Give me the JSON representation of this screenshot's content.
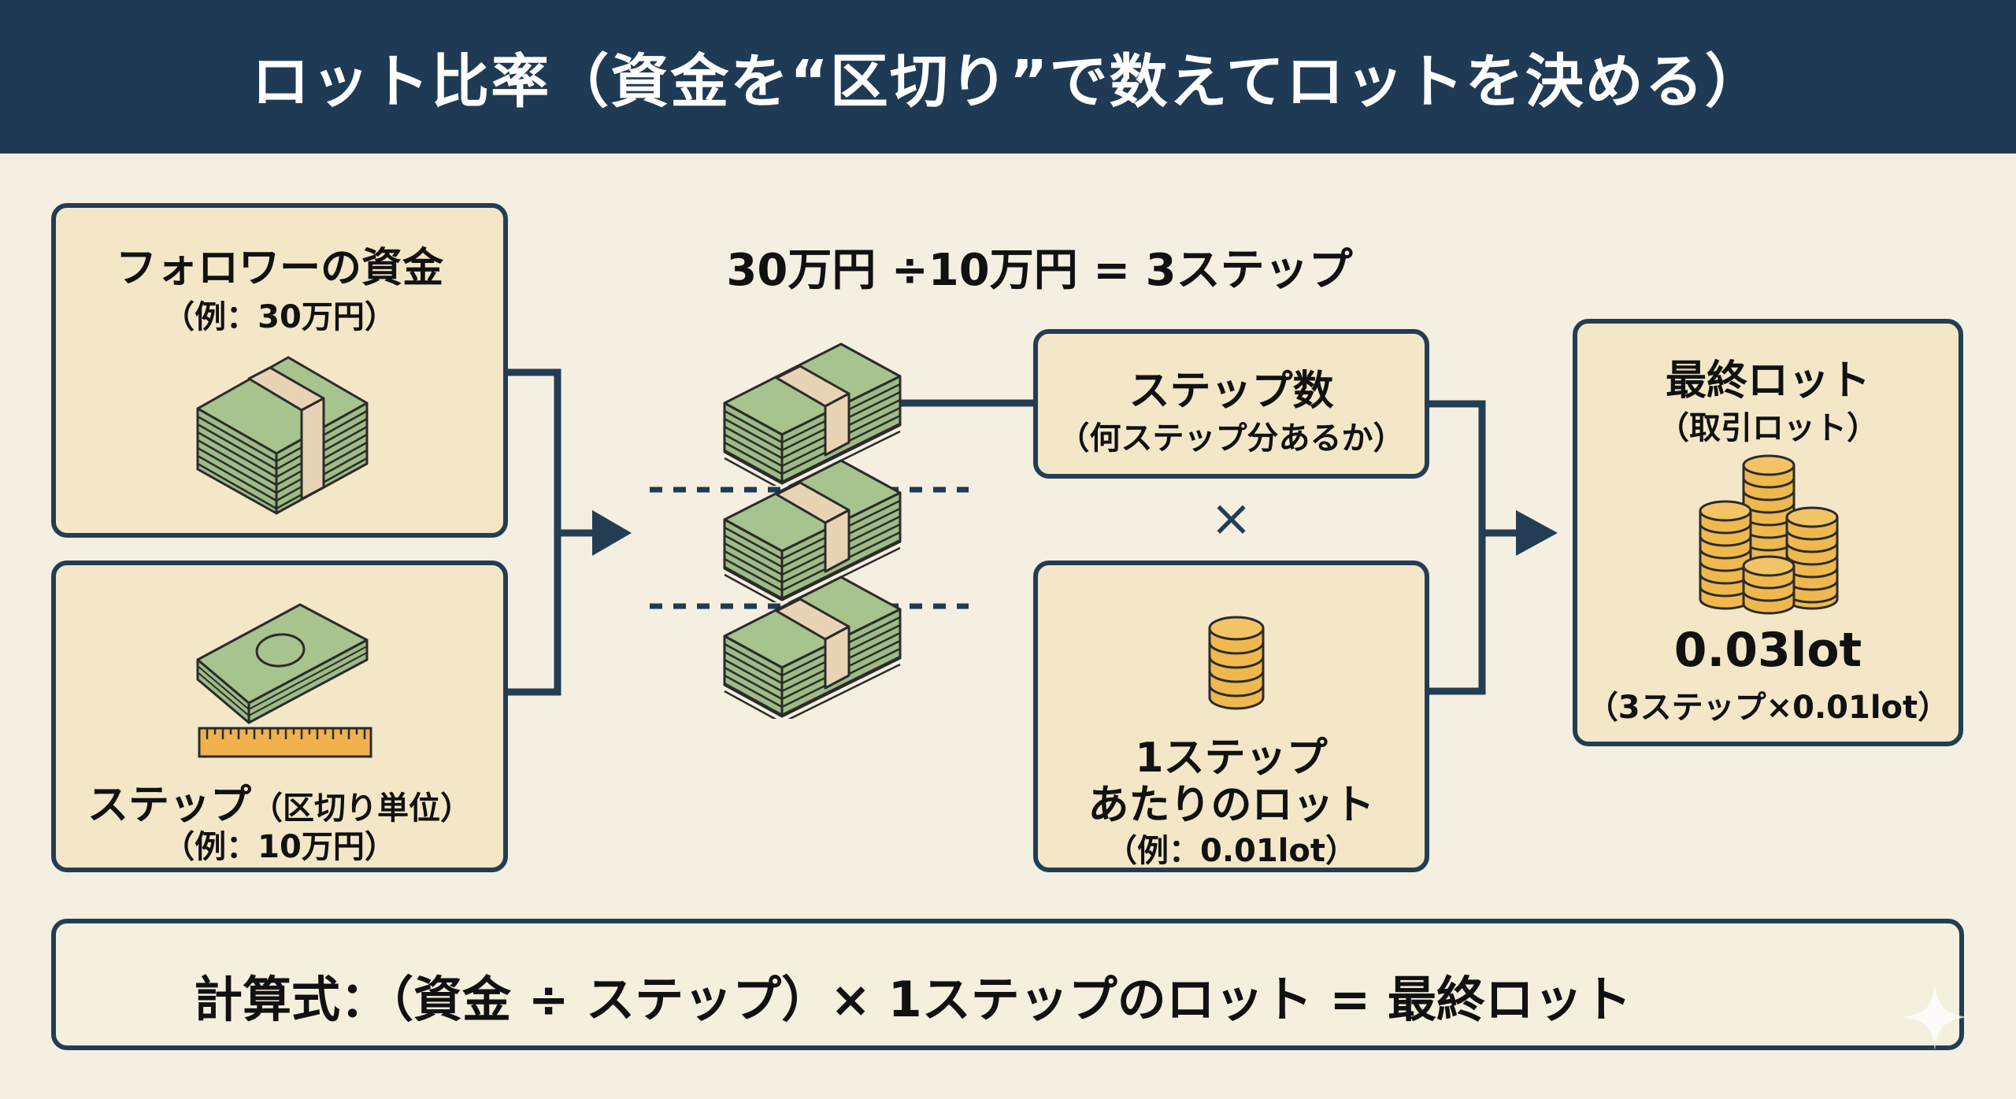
{
  "header": {
    "title": "ロット比率（資金を“区切り”で数えてロットを決める）"
  },
  "boxes": {
    "follower_funds": {
      "title": "フォロワーの資金",
      "subtitle": "（例：30万円）",
      "icon": "money-stack-icon"
    },
    "step": {
      "title": "ステップ",
      "title_suffix": "（区切り単位）",
      "subtitle": "（例：10万円）",
      "icon": "money-with-ruler-icon"
    },
    "step_count": {
      "title": "ステップ数",
      "subtitle": "（何ステップ分あるか）"
    },
    "lot_per_step": {
      "title_line1": "1ステップ",
      "title_line2": "あたりのロット",
      "subtitle": "（例：0.01lot）",
      "icon": "coin-stack-icon"
    },
    "final_lot": {
      "title": "最終ロット",
      "subtitle": "（取引ロット）",
      "value": "0.03lot",
      "detail": "（3ステップ×0.01lot）",
      "icon": "coin-piles-icon"
    }
  },
  "middle": {
    "equation": "30万円 ÷10万円 = 3ステップ",
    "stack_count": 3,
    "multiply_symbol": "×"
  },
  "formula": {
    "text": "計算式：（資金 ÷ ステップ）× 1ステップのロット = 最終ロット"
  },
  "colors": {
    "header_bg": "#1f3a55",
    "page_bg": "#f4efe0",
    "box_fill": "#f3e7c8",
    "border": "#233d54",
    "money_green": "#9dbb85",
    "band": "#e8d3b5",
    "coin_gold": "#efb84e",
    "ruler_orange": "#f0b24c"
  }
}
